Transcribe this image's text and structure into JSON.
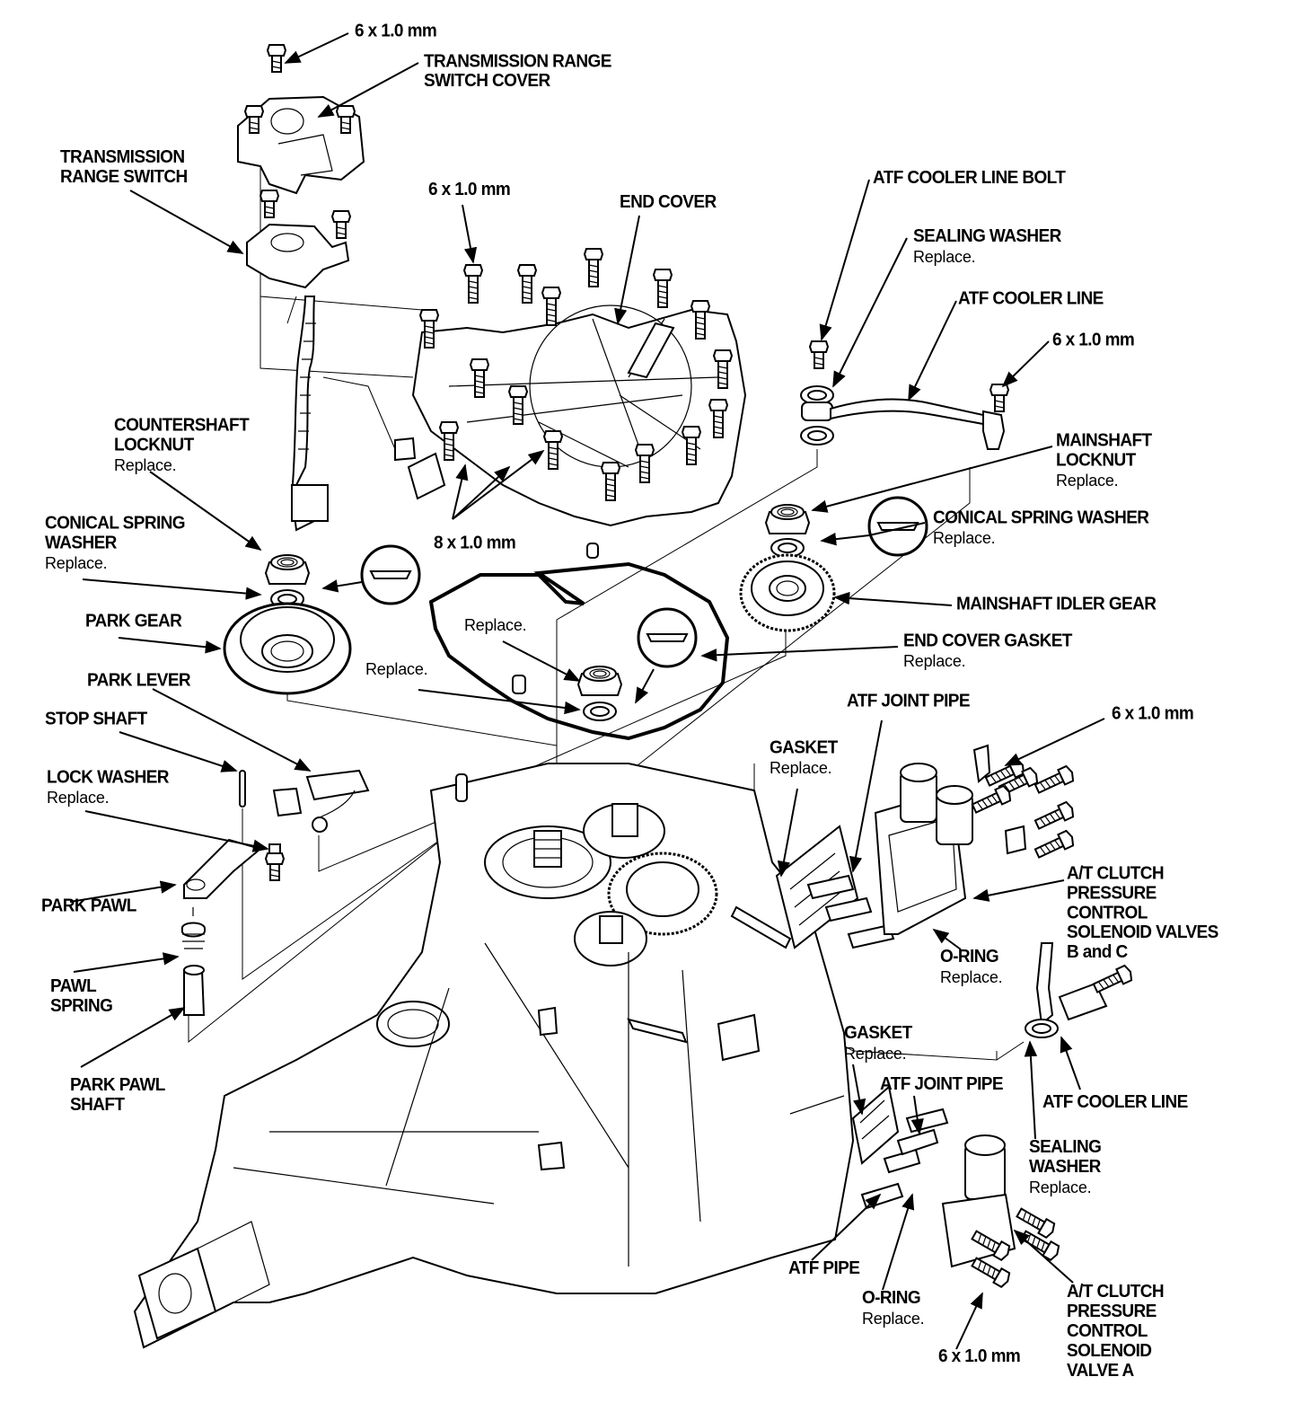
{
  "diagram": {
    "title_visible": "",
    "subject": "Automatic transmission end cover exploded view",
    "labels": {
      "bolt_top": {
        "title": [
          "6 x 1.0 mm"
        ]
      },
      "trs_cover": {
        "title": [
          "TRANSMISSION RANGE",
          "SWITCH COVER"
        ]
      },
      "trs": {
        "title": [
          "TRANSMISSION",
          "RANGE SWITCH"
        ]
      },
      "bolt_endcover": {
        "title": [
          "6 x 1.0 mm"
        ]
      },
      "end_cover": {
        "title": [
          "END COVER"
        ]
      },
      "atf_cooler_bolt": {
        "title": [
          "ATF COOLER LINE BOLT"
        ]
      },
      "sealing_washer_top": {
        "title": [
          "SEALING WASHER"
        ],
        "note": "Replace."
      },
      "atf_cooler_line_top": {
        "title": [
          "ATF COOLER LINE"
        ]
      },
      "bolt_cooler": {
        "title": [
          "6 x 1.0 mm"
        ]
      },
      "countershaft_locknut": {
        "title": [
          "COUNTERSHAFT",
          "LOCKNUT"
        ],
        "note": "Replace."
      },
      "mainshaft_locknut": {
        "title": [
          "MAINSHAFT",
          "LOCKNUT"
        ],
        "note": "Replace."
      },
      "conical_washer_right": {
        "title": [
          "CONICAL SPRING WASHER"
        ],
        "note": "Replace."
      },
      "bolt_8mm": {
        "title": [
          "8 x 1.0 mm"
        ]
      },
      "conical_washer_left": {
        "title": [
          "CONICAL SPRING",
          "WASHER"
        ],
        "note": "Replace."
      },
      "mainshaft_idler_gear": {
        "title": [
          "MAINSHAFT IDLER GEAR"
        ]
      },
      "park_gear": {
        "title": [
          "PARK GEAR"
        ]
      },
      "replace_center_1": {
        "note": "Replace."
      },
      "end_cover_gasket": {
        "title": [
          "END COVER GASKET"
        ],
        "note": "Replace."
      },
      "replace_center_2": {
        "note": "Replace."
      },
      "park_lever": {
        "title": [
          "PARK LEVER"
        ]
      },
      "atf_joint_pipe_top": {
        "title": [
          "ATF JOINT PIPE"
        ]
      },
      "bolt_valves_bc": {
        "title": [
          "6 x 1.0 mm"
        ]
      },
      "stop_shaft": {
        "title": [
          "STOP SHAFT"
        ]
      },
      "gasket_top": {
        "title": [
          "GASKET"
        ],
        "note": "Replace."
      },
      "lock_washer": {
        "title": [
          "LOCK WASHER"
        ],
        "note": "Replace."
      },
      "solenoid_bc": {
        "title": [
          "A/T CLUTCH",
          "PRESSURE",
          "CONTROL",
          "SOLENOID VALVES",
          "B and C"
        ]
      },
      "park_pawl": {
        "title": [
          "PARK PAWL"
        ]
      },
      "o_ring_top": {
        "title": [
          "O-RING"
        ],
        "note": "Replace."
      },
      "pawl_spring": {
        "title": [
          "PAWL",
          "SPRING"
        ]
      },
      "gasket_bottom": {
        "title": [
          "GASKET"
        ],
        "note": "Replace."
      },
      "atf_joint_pipe_bottom": {
        "title": [
          "ATF JOINT PIPE"
        ]
      },
      "atf_cooler_line_bottom": {
        "title": [
          "ATF COOLER LINE"
        ]
      },
      "park_pawl_shaft": {
        "title": [
          "PARK PAWL",
          "SHAFT"
        ]
      },
      "sealing_washer_bottom": {
        "title": [
          "SEALING",
          "WASHER"
        ],
        "note": "Replace."
      },
      "atf_pipe": {
        "title": [
          "ATF PIPE"
        ]
      },
      "o_ring_bottom": {
        "title": [
          "O-RING"
        ],
        "note": "Replace."
      },
      "solenoid_a": {
        "title": [
          "A/T CLUTCH",
          "PRESSURE",
          "CONTROL",
          "SOLENOID",
          "VALVE A"
        ]
      },
      "bolt_solenoid_a": {
        "title": [
          "6 x 1.0 mm"
        ]
      }
    }
  }
}
